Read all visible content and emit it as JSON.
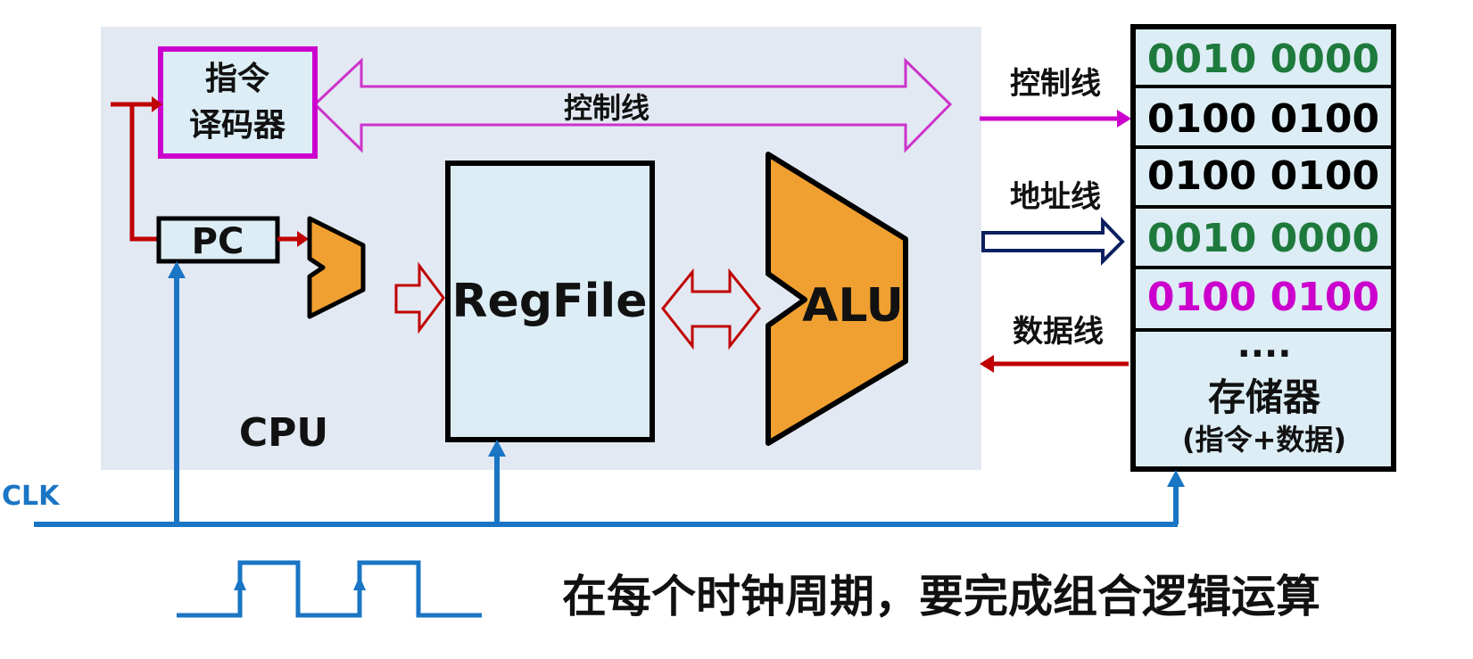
{
  "cpu": {
    "label": "CPU",
    "decoder_label_line1": "指令",
    "decoder_label_line2": "译码器",
    "pc_label": "PC",
    "regfile_label": "RegFile",
    "alu_label": "ALU",
    "internal_control_label": "控制线"
  },
  "buses": {
    "control_label": "控制线",
    "address_label": "地址线",
    "data_label": "数据线"
  },
  "memory": {
    "rows": [
      {
        "value": "0010 0000",
        "color": "#1e7a3c"
      },
      {
        "value": "0100 0100",
        "color": "#000000"
      },
      {
        "value": "0100 0100",
        "color": "#000000"
      },
      {
        "value": "0010 0000",
        "color": "#1e7a3c"
      },
      {
        "value": "0100 0100",
        "color": "#cc00cc"
      }
    ],
    "ellipsis": "....",
    "title": "存储器",
    "subtitle": "(指令+数据)"
  },
  "clock": {
    "label": "CLK"
  },
  "caption": "在每个时钟周期，要完成组合逻辑运算",
  "colors": {
    "cpu_bg": "#e3e9f2",
    "decoder_border": "#cc00cc",
    "control_arrow": "#cc33cc",
    "pc_path": "#c00000",
    "alu_fill": "#f0a030",
    "regfile_fill": "#dcedf5",
    "clock": "#1a75c4",
    "address_arrow": "#0a2060",
    "data_arrow": "#c00000"
  }
}
